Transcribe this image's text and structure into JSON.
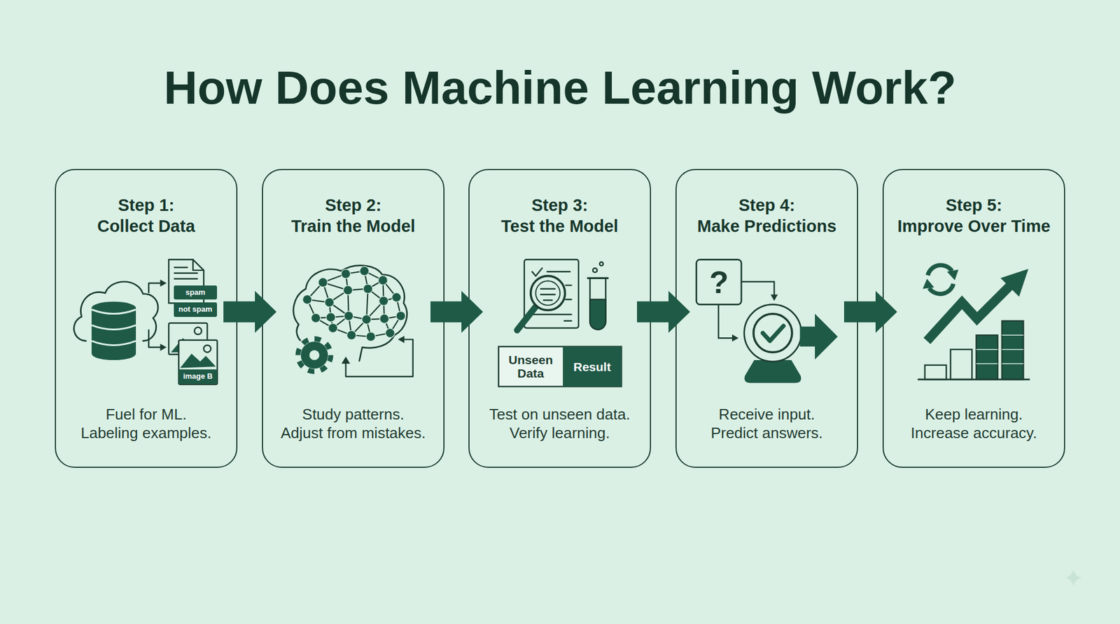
{
  "diagram": {
    "title": "How Does Machine Learning Work?",
    "nodes": [
      {
        "text": [
          "Step 1: Collect Data",
          "Fuel for ML. Labeling examples."
        ]
      },
      {
        "text": [
          "Step 2: Train the Model",
          "Study patterns. Adjust from mistakes."
        ]
      },
      {
        "text": [
          "Step 3: Test the Model",
          "Test on unseen data. Verify learning."
        ]
      },
      {
        "text": [
          "Step 4: Make Predictions",
          "Receive input. Predict answers."
        ]
      },
      {
        "text": [
          "Step 5: Improve Over Time",
          "Keep learning. Increase accuracy."
        ]
      }
    ],
    "edges": [
      {
        "from": 0,
        "to": 1,
        "arrow": "to"
      },
      {
        "from": 1,
        "to": 2,
        "arrow": "to"
      },
      {
        "from": 2,
        "to": 3,
        "arrow": "to"
      },
      {
        "from": 3,
        "to": 4,
        "arrow": "to"
      }
    ],
    "labels": [
      "spam",
      "not spam",
      "image B",
      "Unseen Data",
      "Result",
      "?"
    ]
  }
}
